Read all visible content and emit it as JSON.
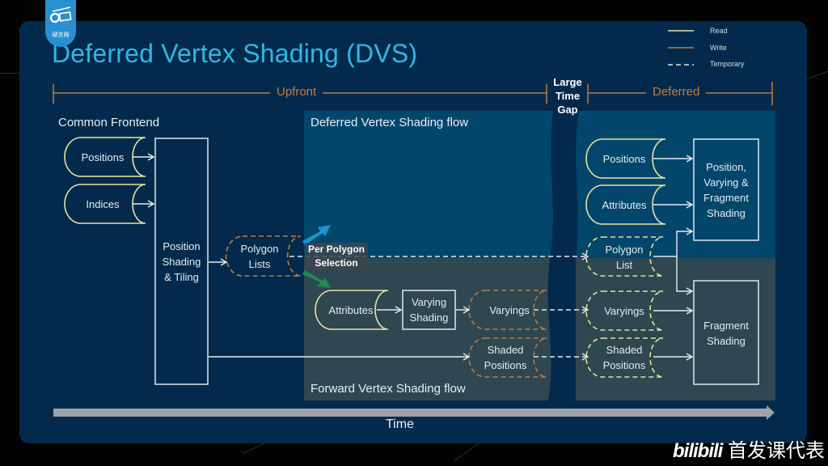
{
  "title": "Deferred Vertex Shading (DVS)",
  "logo": {
    "icon": "camera-gear-icon",
    "text": "硬言阁"
  },
  "legend": {
    "items": [
      {
        "label": "Read",
        "style": "solid",
        "color": "#e9e1a0"
      },
      {
        "label": "Write",
        "style": "solid",
        "color": "#c47a3e"
      },
      {
        "label": "Temporary",
        "style": "dashed",
        "color": "#dfe7ee"
      }
    ]
  },
  "timeline": {
    "upfront": "Upfront",
    "gap": [
      "Large",
      "Time",
      "Gap"
    ],
    "deferred": "Deferred",
    "axis_label": "Time"
  },
  "regions": {
    "common_frontend": "Common Frontend",
    "deferred_flow": "Deferred Vertex Shading flow",
    "forward_flow": "Forward Vertex Shading flow"
  },
  "nodes": {
    "cf_positions": "Positions",
    "cf_indices": "Indices",
    "position_shading_tiling": [
      "Position",
      "Shading",
      "& Tiling"
    ],
    "polygon_lists": [
      "Polygon",
      "Lists"
    ],
    "per_polygon_selection": [
      "Per Polygon",
      "Selection"
    ],
    "fwd_attributes": "Attributes",
    "varying_shading": [
      "Varying",
      "Shading"
    ],
    "fwd_varyings": "Varyings",
    "fwd_shaded_positions": [
      "Shaded",
      "Positions"
    ],
    "def_positions": "Positions",
    "def_attributes": "Attributes",
    "def_polygon_list": [
      "Polygon",
      "List"
    ],
    "def_varyings": "Varyings",
    "def_shaded_positions": [
      "Shaded",
      "Positions"
    ],
    "pvf_shading": [
      "Position,",
      "Varying &",
      "Fragment",
      "Shading"
    ],
    "fragment_shading": [
      "Fragment",
      "Shading"
    ]
  },
  "colors": {
    "title": "#2fb7e6",
    "slide_bg": "#032a4c",
    "deferred_region": "#03466b",
    "forward_region": "#2e4750",
    "read": "#e9e1a0",
    "write": "#c47a3e",
    "arrow_blue": "#1a95cf",
    "arrow_green": "#1f8a52"
  },
  "watermark": {
    "brand": "bilibili",
    "text": "首发课代表"
  }
}
